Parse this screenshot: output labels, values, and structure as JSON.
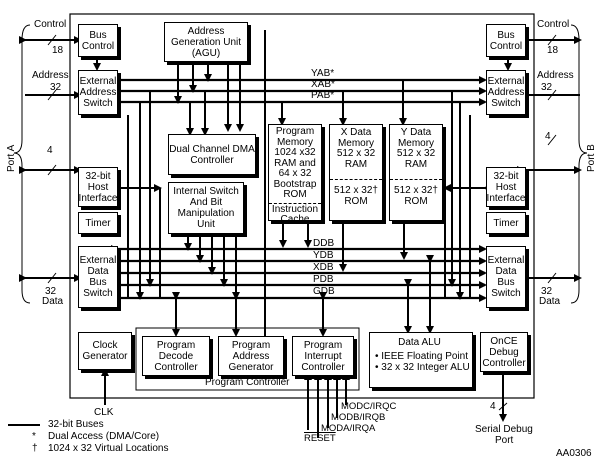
{
  "blocks": {
    "bus_control_left": "Bus Control",
    "bus_control_right": "Bus Control",
    "agu": "Address Generation Unit (AGU)",
    "ext_addr_switch_left": "External Address Switch",
    "ext_addr_switch_right": "External Address Switch",
    "dma": "Dual Channel DMA Controller",
    "program_memory": "Program Memory 1024 x32 RAM and 64 x 32 Bootstrap ROM",
    "instruction_cache": "Instruction Cache",
    "x_data_memory": "X Data Memory 512 x 32 RAM",
    "x_rom": "512 x 32† ROM",
    "y_data_memory": "Y Data Memory 512 x 32 RAM",
    "y_rom": "512 x 32† ROM",
    "host_left": "32-bit Host Interface",
    "host_right": "32-bit Host Interface",
    "isbm": "Internal Switch And Bit Manipulation Unit",
    "timer_left": "Timer",
    "timer_right": "Timer",
    "ext_data_left": "External Data Bus Switch",
    "ext_data_right": "External Data Bus Switch",
    "clock_gen": "Clock Generator",
    "pdc": "Program Decode Controller",
    "pag": "Program Address Generator",
    "pic": "Program Interrupt Controller",
    "program_controller": "Program Controller",
    "data_alu_title": "Data ALU",
    "data_alu_line1": "• IEEE Floating Point",
    "data_alu_line2": "• 32 x 32 Integer ALU",
    "once": "OnCE Debug Controller"
  },
  "buses": {
    "yab": "YAB*",
    "xab": "XAB*",
    "pab": "PAB*",
    "ddb": "DDB",
    "ydb": "YDB",
    "xdb": "XDB",
    "pdb": "PDB",
    "gdb": "GDB"
  },
  "signals": {
    "control": "Control",
    "control_width": "18",
    "address": "Address",
    "address_width": "32",
    "data": "Data",
    "data_width": "32",
    "host_width": "4",
    "port_a": "Port A",
    "port_b": "Port B",
    "clk": "CLK",
    "debug_width": "4",
    "serial_debug": "Serial Debug",
    "serial_debug_port": "Port",
    "modc": "MODC/IRQC",
    "modb": "MODB/IRQB",
    "moda": "MODA/IRQA",
    "reset": "RESET"
  },
  "legend": {
    "line": "32-bit Buses",
    "star": "*",
    "star_text": "Dual Access (DMA/Core)",
    "dagger": "†",
    "dagger_text": "1024 x 32 Virtual Locations"
  },
  "figure_id": "AA0306"
}
